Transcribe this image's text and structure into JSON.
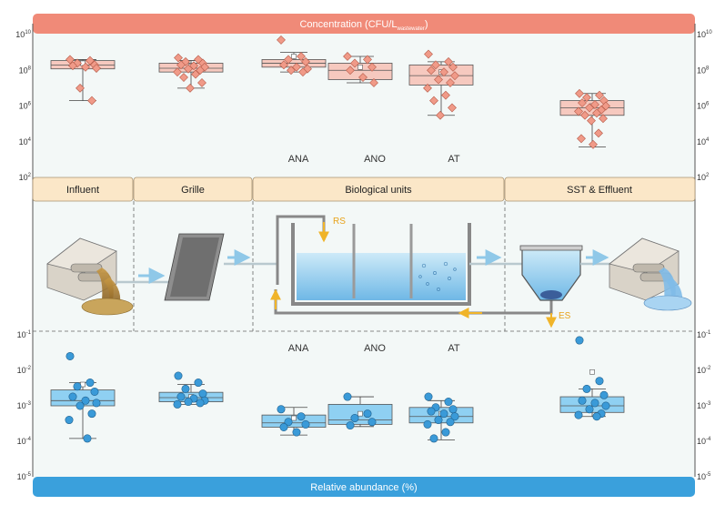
{
  "top_bar": {
    "label_main": "Concentration (CFU/L",
    "label_sub": "wastewater",
    "label_close": ")",
    "color": "#f08a78"
  },
  "bottom_bar": {
    "label": "Relative abundance (%)",
    "color": "#3aa0dc"
  },
  "stages": [
    {
      "key": "influent",
      "label": "Influent"
    },
    {
      "key": "grille",
      "label": "Grille"
    },
    {
      "key": "bio",
      "label": "Biological units"
    },
    {
      "key": "sst",
      "label": "SST & Effluent"
    }
  ],
  "unit_labels": {
    "ana": "ANA",
    "ano": "ANO",
    "at": "AT"
  },
  "flow_labels": {
    "rs": "RS",
    "es": "ES"
  },
  "colors": {
    "conc_fill": "#f6c9bf",
    "conc_point": "#f09a88",
    "abund_fill": "#8fd0f2",
    "abund_point": "#3a9ad8",
    "stage_fill": "#fbe7c8",
    "arrow": "#f0b429",
    "background": "#f3f8f7"
  },
  "chart_data": [
    {
      "type": "box",
      "title": "Concentration (CFU/L wastewater)",
      "yscale": "log",
      "ylim": [
        100,
        10000000000
      ],
      "ytick_base": "10",
      "yticks_exp": [
        "2",
        "4",
        "6",
        "8",
        "10"
      ],
      "categories": [
        "Influent",
        "Grille",
        "ANA",
        "ANO",
        "AT",
        "SST & Effluent"
      ],
      "series": [
        {
          "category": "Influent",
          "q1": 120000000.0,
          "median": 200000000.0,
          "q3": 350000000.0,
          "whisker_low": 2000000.0,
          "whisker_high": 400000000.0,
          "mean": 250000000.0,
          "points": [
            400000000.0,
            350000000.0,
            250000000.0,
            200000000.0,
            180000000.0,
            150000000.0,
            130000000.0,
            10000000.0,
            2000000.0
          ]
        },
        {
          "category": "Grille",
          "q1": 80000000.0,
          "median": 130000000.0,
          "q3": 250000000.0,
          "whisker_low": 10000000.0,
          "whisker_high": 350000000.0,
          "mean": 160000000.0,
          "points": [
            500000000.0,
            400000000.0,
            300000000.0,
            250000000.0,
            200000000.0,
            180000000.0,
            150000000.0,
            120000000.0,
            100000000.0,
            80000000.0,
            60000000.0,
            40000000.0,
            20000000.0,
            10000000.0
          ]
        },
        {
          "category": "ANA",
          "q1": 150000000.0,
          "median": 250000000.0,
          "q3": 400000000.0,
          "whisker_low": 80000000.0,
          "whisker_high": 1000000000.0,
          "mean": 600000000.0,
          "points": [
            5000000000.0,
            600000000.0,
            400000000.0,
            300000000.0,
            200000000.0,
            150000000.0,
            120000000.0,
            100000000.0,
            80000000.0
          ]
        },
        {
          "category": "ANO",
          "q1": 30000000.0,
          "median": 100000000.0,
          "q3": 250000000.0,
          "whisker_low": 20000000.0,
          "whisker_high": 600000000.0,
          "mean": 150000000.0,
          "points": [
            600000000.0,
            400000000.0,
            250000000.0,
            150000000.0,
            100000000.0,
            40000000.0,
            20000000.0
          ]
        },
        {
          "category": "AT",
          "q1": 15000000.0,
          "median": 50000000.0,
          "q3": 200000000.0,
          "whisker_low": 300000.0,
          "whisker_high": 300000000.0,
          "mean": 80000000.0,
          "points": [
            800000000.0,
            300000000.0,
            200000000.0,
            150000000.0,
            100000000.0,
            80000000.0,
            50000000.0,
            30000000.0,
            20000000.0,
            10000000.0,
            4000000.0,
            2000000.0,
            800000.0,
            300000.0
          ]
        },
        {
          "category": "SST & Effluent",
          "q1": 300000.0,
          "median": 800000.0,
          "q3": 2000000.0,
          "whisker_low": 5000.0,
          "whisker_high": 5000000.0,
          "mean": 1000000.0,
          "points": [
            5000000.0,
            4000000.0,
            3000000.0,
            2000000.0,
            1500000.0,
            1200000.0,
            1000000.0,
            800000.0,
            600000.0,
            500000.0,
            400000.0,
            300000.0,
            200000.0,
            150000.0,
            30000.0,
            15000.0,
            7000.0
          ]
        }
      ]
    },
    {
      "type": "box",
      "title": "Relative abundance (%)",
      "yscale": "log",
      "ylim": [
        1e-05,
        0.1
      ],
      "ytick_base": "10",
      "yticks_exp": [
        "-5",
        "-4",
        "-3",
        "-2",
        "-1"
      ],
      "categories": [
        "Influent",
        "Grille",
        "ANA",
        "ANO",
        "AT",
        "SST & Effluent"
      ],
      "series": [
        {
          "category": "Influent",
          "q1": 0.001,
          "median": 0.0014,
          "q3": 0.0028,
          "whisker_low": 0.00012,
          "whisker_high": 0.0045,
          "mean": 0.004,
          "points": [
            0.025,
            0.0045,
            0.0035,
            0.0025,
            0.0018,
            0.0014,
            0.0012,
            0.001,
            0.0006,
            0.0004,
            0.00012
          ]
        },
        {
          "category": "Grille",
          "q1": 0.0013,
          "median": 0.0017,
          "q3": 0.0024,
          "whisker_low": 0.0011,
          "whisker_high": 0.004,
          "mean": 0.0018,
          "points": [
            0.007,
            0.0045,
            0.003,
            0.0022,
            0.0018,
            0.0016,
            0.0014,
            0.0013,
            0.0012,
            0.0011
          ]
        },
        {
          "category": "ANA",
          "q1": 0.00025,
          "median": 0.00033,
          "q3": 0.00055,
          "whisker_low": 0.00015,
          "whisker_high": 0.0009,
          "mean": 0.00045,
          "points": [
            0.0008,
            0.0005,
            0.00035,
            0.0003,
            0.00025,
            0.00018
          ]
        },
        {
          "category": "ANO",
          "q1": 0.0003,
          "median": 0.0004,
          "q3": 0.0011,
          "whisker_low": 0.00026,
          "whisker_high": 0.0018,
          "mean": 0.0006,
          "points": [
            0.0018,
            0.0006,
            0.00045,
            0.00035,
            0.00028
          ]
        },
        {
          "category": "AT",
          "q1": 0.00033,
          "median": 0.0005,
          "q3": 0.0009,
          "whisker_low": 0.00011,
          "whisker_high": 0.0014,
          "mean": 0.0006,
          "points": [
            0.0018,
            0.0013,
            0.0009,
            0.0008,
            0.0007,
            0.0006,
            0.0005,
            0.0004,
            0.00035,
            0.0003,
            0.00018,
            0.00012
          ]
        },
        {
          "category": "SST & Effluent",
          "q1": 0.00065,
          "median": 0.001,
          "q3": 0.0018,
          "whisker_low": 0.0005,
          "whisker_high": 0.003,
          "mean": 0.009,
          "points": [
            0.07,
            0.005,
            0.003,
            0.002,
            0.0014,
            0.0012,
            0.001,
            0.0008,
            0.0006,
            0.00055,
            0.0005
          ]
        }
      ]
    }
  ]
}
